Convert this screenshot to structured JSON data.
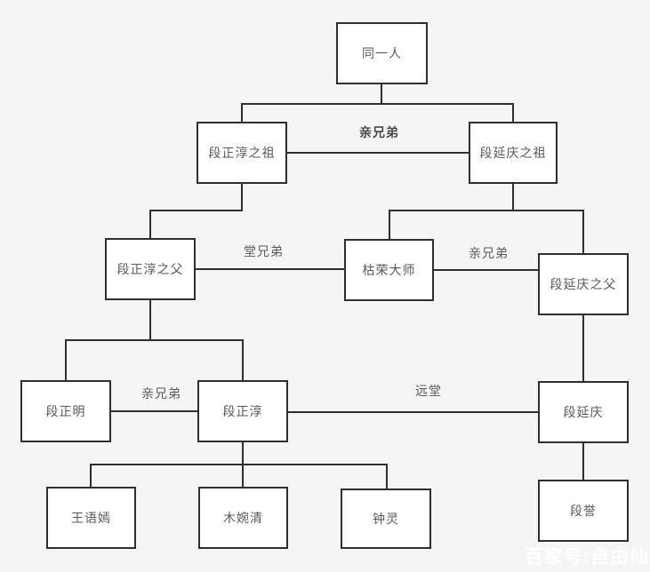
{
  "diagram": {
    "description_nodes": [
      {
        "id": "same-person",
        "label": "同一人"
      },
      {
        "id": "duan-zhengchun-grandfather",
        "label": "段正淳之祖"
      },
      {
        "id": "duan-yanqing-grandfather",
        "label": "段延庆之祖"
      },
      {
        "id": "duan-zhengchun-father",
        "label": "段正淳之父"
      },
      {
        "id": "master-kurong",
        "label": "枯荣大师"
      },
      {
        "id": "duan-yanqing-father",
        "label": "段延庆之父"
      },
      {
        "id": "duan-zhengming",
        "label": "段正明"
      },
      {
        "id": "duan-zhengchun",
        "label": "段正淳"
      },
      {
        "id": "duan-yanqing",
        "label": "段延庆"
      },
      {
        "id": "wang-yuyan",
        "label": "王语嫣"
      },
      {
        "id": "mu-wanqing",
        "label": "木婉清"
      },
      {
        "id": "zhong-ling",
        "label": "钟灵"
      },
      {
        "id": "duan-yu",
        "label": "段誉"
      }
    ],
    "edge_labels": [
      {
        "id": "label-grandfathers",
        "text": "亲兄弟",
        "bold": true
      },
      {
        "id": "label-cousins",
        "text": "堂兄弟",
        "bold": false
      },
      {
        "id": "label-fathers",
        "text": "亲兄弟",
        "bold": false
      },
      {
        "id": "label-brothers",
        "text": "亲兄弟",
        "bold": false
      },
      {
        "id": "label-distant",
        "text": "远堂",
        "bold": false
      }
    ],
    "relationships": [
      {
        "from": "same-person",
        "to": "duan-zhengchun-grandfather",
        "label": ""
      },
      {
        "from": "same-person",
        "to": "duan-yanqing-grandfather",
        "label": ""
      },
      {
        "from": "duan-zhengchun-grandfather",
        "to": "duan-yanqing-grandfather",
        "label": "亲兄弟"
      },
      {
        "from": "duan-zhengchun-grandfather",
        "to": "duan-zhengchun-father",
        "label": ""
      },
      {
        "from": "duan-yanqing-grandfather",
        "to": "master-kurong",
        "label": ""
      },
      {
        "from": "duan-yanqing-grandfather",
        "to": "duan-yanqing-father",
        "label": ""
      },
      {
        "from": "duan-zhengchun-father",
        "to": "master-kurong",
        "label": "堂兄弟"
      },
      {
        "from": "master-kurong",
        "to": "duan-yanqing-father",
        "label": "亲兄弟"
      },
      {
        "from": "duan-zhengchun-father",
        "to": "duan-zhengming",
        "label": ""
      },
      {
        "from": "duan-zhengchun-father",
        "to": "duan-zhengchun",
        "label": ""
      },
      {
        "from": "duan-zhengming",
        "to": "duan-zhengchun",
        "label": "亲兄弟"
      },
      {
        "from": "duan-zhengchun",
        "to": "duan-yanqing",
        "label": "远堂"
      },
      {
        "from": "duan-yanqing-father",
        "to": "duan-yanqing",
        "label": ""
      },
      {
        "from": "duan-zhengchun",
        "to": "wang-yuyan",
        "label": ""
      },
      {
        "from": "duan-zhengchun",
        "to": "mu-wanqing",
        "label": ""
      },
      {
        "from": "duan-zhengchun",
        "to": "zhong-ling",
        "label": ""
      },
      {
        "from": "duan-yanqing",
        "to": "duan-yu",
        "label": ""
      }
    ]
  },
  "watermark": {
    "text": "百家号:自由仙"
  },
  "colors": {
    "background": "#f5f5f5",
    "node_fill": "#ffffff",
    "node_border": "#2f2f2f",
    "line": "#2f2f2f",
    "text": "#595959"
  }
}
